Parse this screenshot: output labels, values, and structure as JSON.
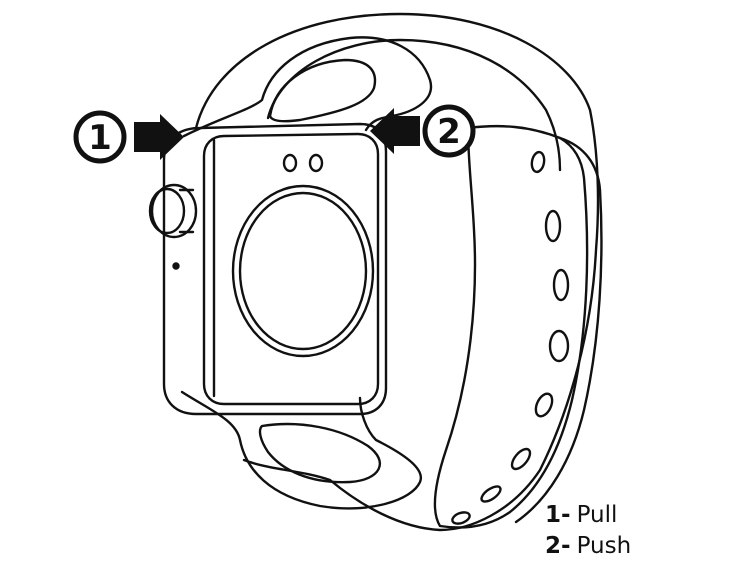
{
  "callouts": [
    {
      "number": "1",
      "direction": "right"
    },
    {
      "number": "2",
      "direction": "left"
    }
  ],
  "legend": [
    {
      "number": "1-",
      "text": "Pull"
    },
    {
      "number": "2-",
      "text": "Push"
    }
  ],
  "colors": {
    "line": "#111111",
    "background": "#ffffff"
  }
}
